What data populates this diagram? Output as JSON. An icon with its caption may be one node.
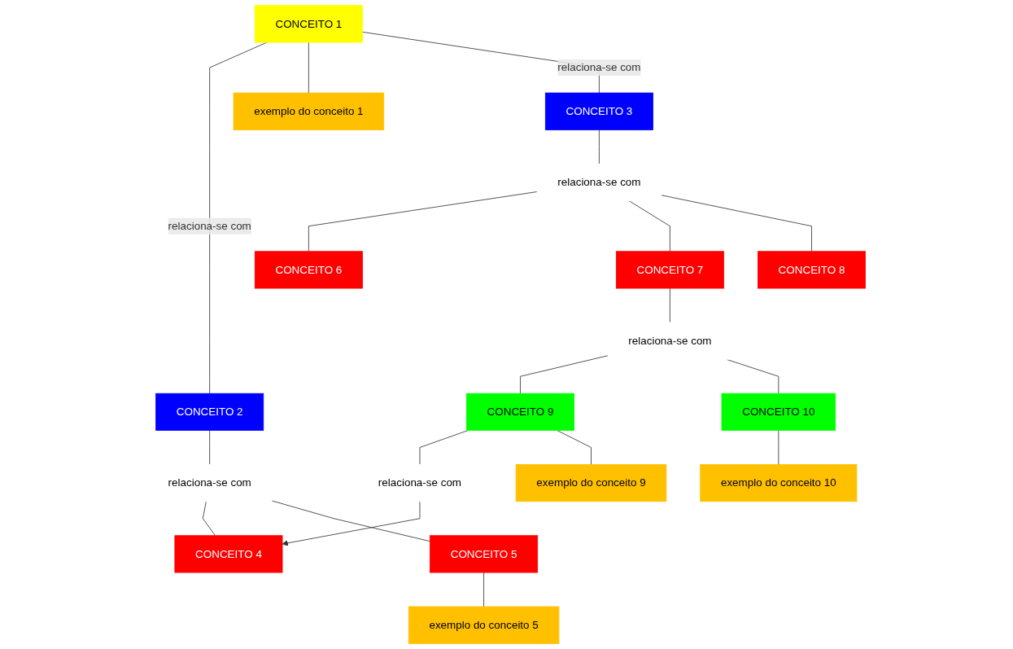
{
  "diagram": {
    "nodes": [
      {
        "text": [
          "CONCEITO 1"
        ]
      },
      {
        "text": [
          "CONCEITO 2"
        ]
      },
      {
        "text": [
          "exemplo do conceito 1"
        ]
      },
      {
        "text": [
          "CONCEITO 3"
        ]
      },
      {
        "text": [
          "relaciona-se com"
        ]
      },
      {
        "text": [
          "relaciona-se com"
        ]
      },
      {
        "text": [
          "CONCEITO 4"
        ]
      },
      {
        "text": [
          "CONCEITO 5"
        ]
      },
      {
        "text": [
          "CONCEITO 6"
        ]
      },
      {
        "text": [
          "CONCEITO 7"
        ]
      },
      {
        "text": [
          "CONCEITO 8"
        ]
      },
      {
        "text": [
          "exemplo do conceito 5"
        ]
      },
      {
        "text": [
          "relaciona-se com"
        ]
      },
      {
        "text": [
          "relaciona-se com"
        ]
      },
      {
        "text": [
          "CONCEITO 9"
        ]
      },
      {
        "text": [
          "CONCEITO 10"
        ]
      },
      {
        "text": [
          "exemplo do conceito 9"
        ]
      },
      {
        "text": [
          "exemplo do conceito 10"
        ]
      }
    ],
    "edges": [
      {
        "from": 0,
        "to": 1,
        "arrow": "none",
        "label": "relaciona-se com"
      },
      {
        "from": 0,
        "to": 2,
        "arrow": "none"
      },
      {
        "from": 0,
        "to": 3,
        "arrow": "none",
        "label": "relaciona-se com"
      },
      {
        "from": 1,
        "to": 4,
        "arrow": "none"
      },
      {
        "from": 4,
        "to": 6,
        "arrow": "none"
      },
      {
        "from": 4,
        "to": 7,
        "arrow": "none"
      },
      {
        "from": 3,
        "to": 5,
        "arrow": "none"
      },
      {
        "from": 5,
        "to": 8,
        "arrow": "none"
      },
      {
        "from": 5,
        "to": 9,
        "arrow": "none"
      },
      {
        "from": 5,
        "to": 10,
        "arrow": "none"
      },
      {
        "from": 7,
        "to": 11,
        "arrow": "none"
      },
      {
        "from": 9,
        "to": 12,
        "arrow": "none"
      },
      {
        "from": 12,
        "to": 14,
        "arrow": "none"
      },
      {
        "from": 12,
        "to": 15,
        "arrow": "none"
      },
      {
        "from": 14,
        "to": 13,
        "arrow": "none"
      },
      {
        "from": 13,
        "to": 6,
        "arrow": "to"
      },
      {
        "from": 14,
        "to": 16,
        "arrow": "none"
      },
      {
        "from": 15,
        "to": 17,
        "arrow": "none"
      }
    ]
  }
}
